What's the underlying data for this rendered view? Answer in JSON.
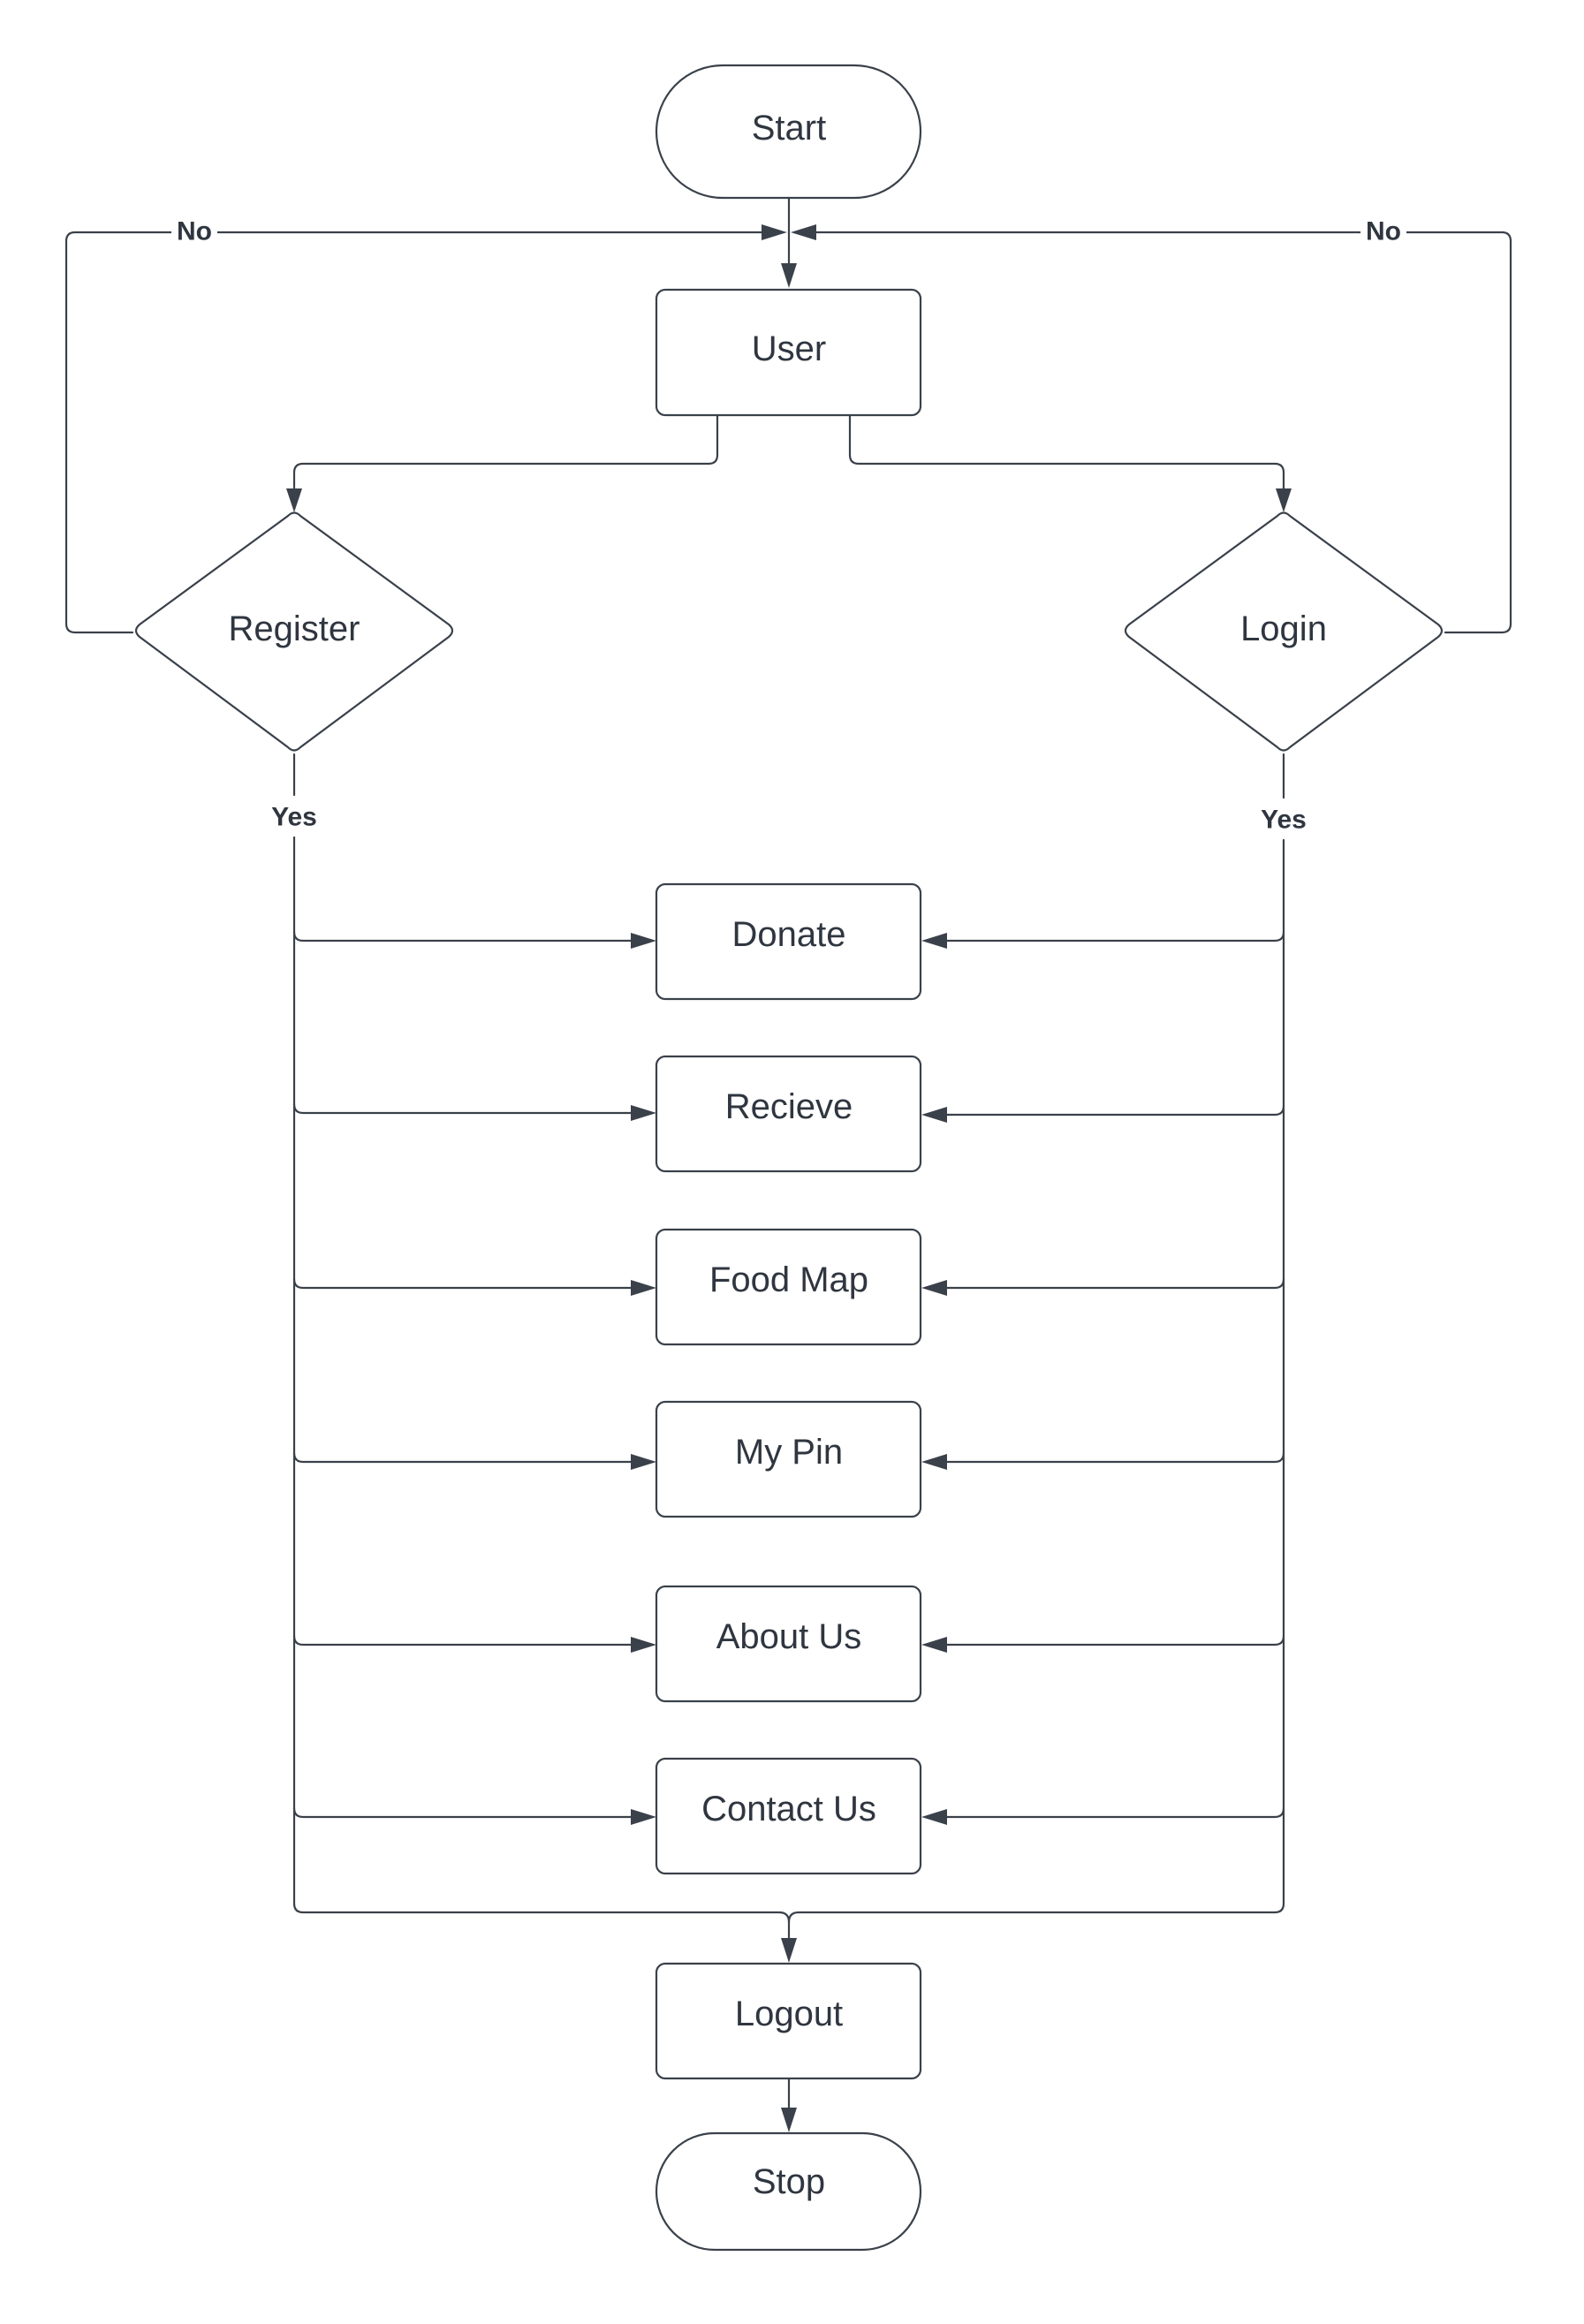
{
  "diagram": {
    "nodes": {
      "start": "Start",
      "user": "User",
      "register": "Register",
      "login": "Login",
      "donate": "Donate",
      "recieve": "Recieve",
      "food_map": "Food Map",
      "my_pin": "My Pin",
      "about_us": "About Us",
      "contact_us": "Contact Us",
      "logout": "Logout",
      "stop": "Stop"
    },
    "edge_labels": {
      "register_no": "No",
      "login_no": "No",
      "register_yes": "Yes",
      "login_yes": "Yes"
    },
    "colors": {
      "stroke": "#3a414a",
      "text": "#2f3640",
      "background": "#ffffff"
    }
  }
}
